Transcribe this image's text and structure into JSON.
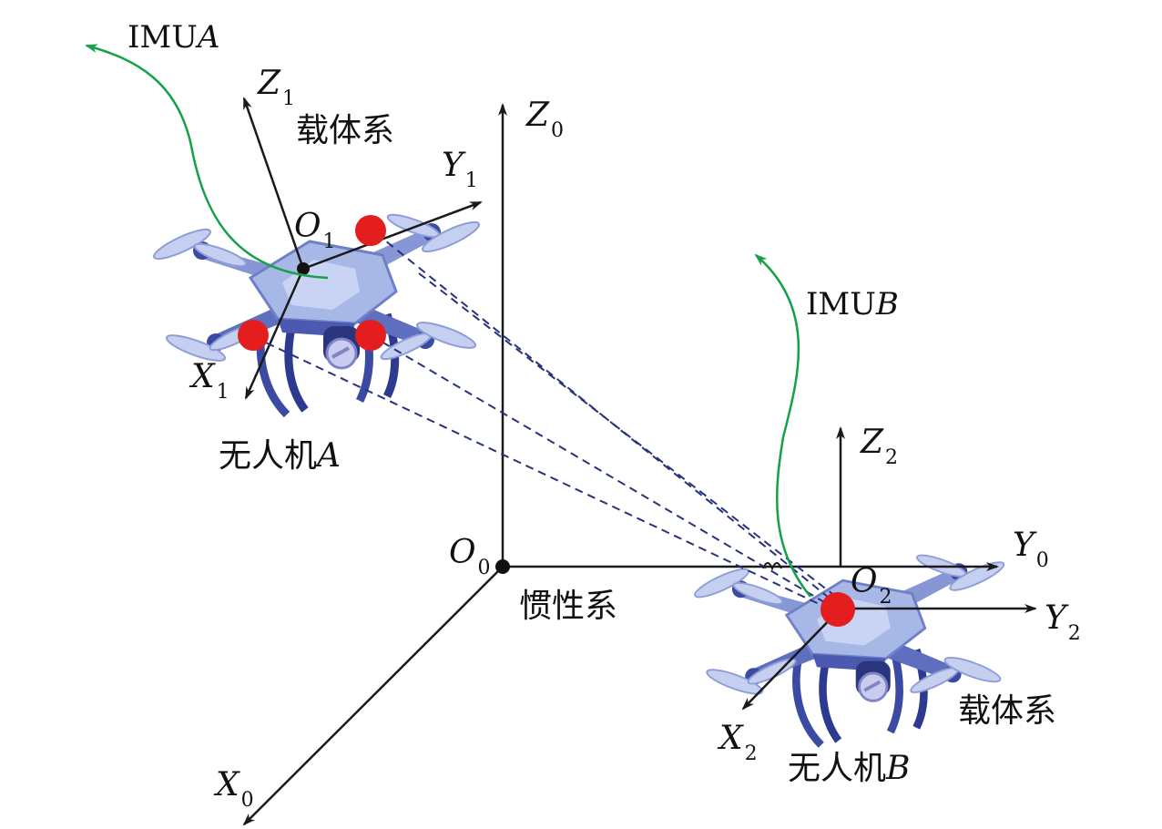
{
  "labels": {
    "imu_a": {
      "prefix": "IMU",
      "suffix": "A"
    },
    "imu_b": {
      "prefix": "IMU",
      "suffix": "B"
    },
    "axis_z0": {
      "main": "Z",
      "sub": "0"
    },
    "axis_y0": {
      "main": "Y",
      "sub": "0"
    },
    "axis_x0": {
      "main": "X",
      "sub": "0"
    },
    "origin_o0": {
      "main": "O",
      "sub": "0"
    },
    "axis_z1": {
      "main": "Z",
      "sub": "1"
    },
    "axis_y1": {
      "main": "Y",
      "sub": "1"
    },
    "axis_x1": {
      "main": "X",
      "sub": "1"
    },
    "origin_o1": {
      "main": "O",
      "sub": "1"
    },
    "axis_z2": {
      "main": "Z",
      "sub": "2"
    },
    "axis_y2": {
      "main": "Y",
      "sub": "2"
    },
    "axis_x2": {
      "main": "X",
      "sub": "2"
    },
    "origin_o2": {
      "main": "O",
      "sub": "2"
    },
    "body_frame_a": "载体系",
    "body_frame_b": "载体系",
    "inertial_frame": "惯性系",
    "uav_a": {
      "prefix": "无人机",
      "suffix": "A"
    },
    "uav_b": {
      "prefix": "无人机",
      "suffix": "B"
    }
  },
  "colors": {
    "axis": "#1a1a1a",
    "imu_curve": "#16a04a",
    "sight_line": "#27337a",
    "marker": "#e41e1e",
    "drone_body": "#a7b8e6",
    "drone_dark": "#3b4aa3",
    "propeller": "#c5d0f0"
  },
  "icons": [
    "drone-a-icon",
    "drone-b-icon",
    "marker-dot-icon"
  ]
}
